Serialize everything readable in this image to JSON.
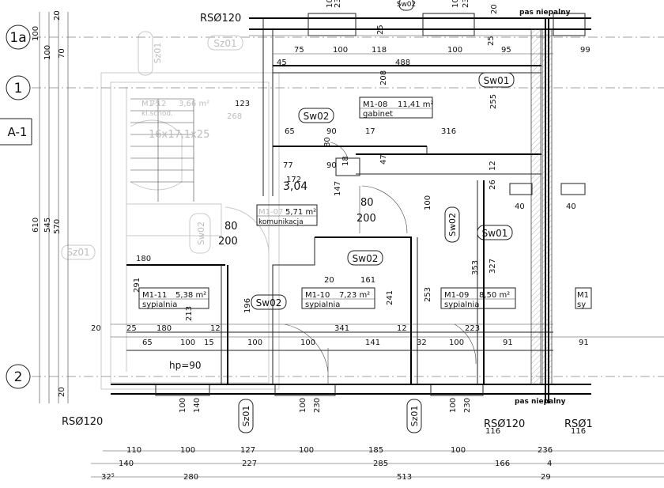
{
  "axes": {
    "grid_1a": "1a",
    "grid_1": "1",
    "grid_2": "2",
    "section": "A-1"
  },
  "vent_labels": {
    "top": "RSØ120",
    "bottom_left": "RSØ120",
    "bottom_right": "RSØ120",
    "bottom_far_right": "RSØ1"
  },
  "notes": {
    "pas_top": "pas niepalny",
    "pas_bottom": "pas niepalny",
    "stairs": "16x17,1x25",
    "hp": "hp=90",
    "level": "3,04"
  },
  "tags": {
    "sz01_a": "Sz01",
    "sz01_b": "Sz01",
    "sz01_c": "Sz01",
    "sz01_d": "Sz01",
    "sz01_e": "Sz01",
    "sw01_a": "Sw01",
    "sw01_b": "Sw01",
    "sw02_a": "Sw02",
    "sw02_b": "Sw02",
    "sw02_c": "Sw02",
    "sw02_d": "Sw02",
    "sw02_e": "Sw02",
    "sw02_f": "Sw02"
  },
  "rooms": {
    "m108": {
      "id": "M1-08",
      "area": "11,41 m²",
      "name": "gabinet"
    },
    "m107": {
      "id": "M1-07",
      "area": "5,71 m²",
      "name": "komunikacja"
    },
    "m112": {
      "id": "M1-12",
      "area": "3,66 m²",
      "name": "kl.schod."
    },
    "m111": {
      "id": "M1-11",
      "area": "5,38 m²",
      "name": "sypialnia"
    },
    "m110": {
      "id": "M1-10",
      "area": "7,23 m²",
      "name": "sypialnia"
    },
    "m109": {
      "id": "M1-09",
      "area": "8,50 m²",
      "name": "sypialnia"
    },
    "m1x": {
      "id": "M1",
      "area": "",
      "name": "sy"
    }
  },
  "dims": {
    "d75": "75",
    "d100a": "100",
    "d118": "118",
    "d100b": "100",
    "d95": "95",
    "d99": "99",
    "d45": "45",
    "d488": "488",
    "d208": "208",
    "d255": "255",
    "d316": "316",
    "d65a": "65",
    "d90a": "90",
    "d17": "17",
    "d80a": "80",
    "d77": "77",
    "d90b": "90",
    "d47": "47",
    "d172": "172",
    "d147": "147",
    "d12a": "12",
    "d26": "26",
    "d80b": "80",
    "d200a": "200",
    "d100c": "100",
    "d40a": "40",
    "d40b": "40",
    "d80c": "80",
    "d200b": "200",
    "d20a": "20",
    "d161": "161",
    "d353": "353",
    "d327": "327",
    "d291": "291",
    "d213": "213",
    "d196": "196",
    "d241": "241",
    "d253": "253",
    "d180a": "180",
    "d180b": "180",
    "d12b": "12",
    "d341": "341",
    "d12c": "12",
    "d32": "32",
    "d223": "223",
    "d25a": "25",
    "d65b": "65",
    "d100d": "100",
    "d15": "15",
    "d100e": "100",
    "d100f": "100",
    "d141": "141",
    "d100g": "100",
    "d91a": "91",
    "d91b": "91",
    "d20b": "20",
    "d100h": "100",
    "d140": "140",
    "d100i": "100",
    "d230a": "230",
    "d100j": "100",
    "d230b": "230",
    "d116a": "116",
    "d116b": "116",
    "d110": "110",
    "d100k": "100",
    "d127": "127",
    "d100l": "100",
    "d185": "185",
    "d100m": "100",
    "d236": "236",
    "d140b": "140",
    "d227": "227",
    "d285": "285",
    "d166": "166",
    "d4": "4",
    "d32b": "32⁵",
    "d280": "280",
    "d513": "513",
    "d29": "29",
    "d610": "610",
    "d545": "545",
    "d570": "570",
    "d100n": "100",
    "d100o": "100",
    "d20c": "20",
    "d20d": "20",
    "d70": "70",
    "d23a": "23",
    "d23b": "23",
    "d10a": "10",
    "d10b": "10",
    "d20e": "20",
    "d25b": "25",
    "d25c": "25",
    "d18": "18",
    "d75b": "75",
    "d123": "123",
    "d268": "268"
  },
  "colors": {
    "line": "#222222",
    "ghost": "#c9c9c9",
    "background": "#ffffff"
  }
}
